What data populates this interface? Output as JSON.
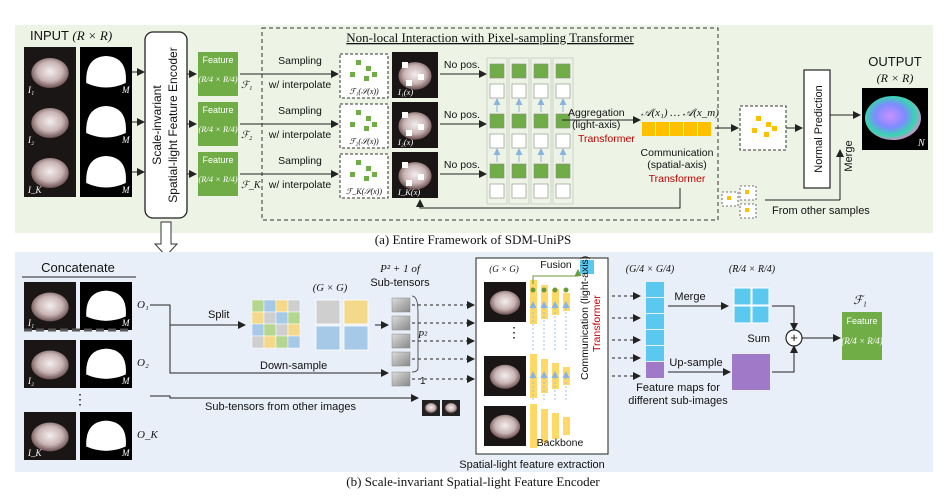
{
  "colors": {
    "panel_a_bg": "#eef4e5",
    "panel_b_bg": "#e9eff8",
    "feature_green": "#70ad47",
    "transformer_red": "#c00000",
    "token_yellow": "#ffc000",
    "cyan": "#5bc8f0",
    "purple": "#a07ac8",
    "cell_white": "#ffffff",
    "cell_green": "#70ad47"
  },
  "panel_a": {
    "input_title": "INPUT",
    "input_dims": "(R × R)",
    "image_labels": [
      "I₁",
      "I₂",
      "I_K"
    ],
    "mask_label": "M",
    "encoder_label_line1": "Scale-invariant",
    "encoder_label_line2": "Spatial-light Feature Encoder",
    "feature_word": "Feature",
    "feature_dims": "(R/4 × R/4)",
    "feature_symbols": [
      "ℱ₁",
      "ℱ₂",
      "ℱ_K"
    ],
    "sampling_line1": "Sampling",
    "sampling_line2": "w/ interpolate",
    "sampled_labels": [
      "ℱ₁(𝒮(x))",
      "ℱ₂(𝒮(x))",
      "ℱ_K(𝒮(x))"
    ],
    "pixel_labels": [
      "I₁(x)",
      "I₂(x)",
      "I_K(x)"
    ],
    "dashed_title": "Non-local Interaction with Pixel-sampling Transformer",
    "no_pos": "No pos.",
    "aggregation_line1": "Aggregation",
    "aggregation_line2": "(light-axis)",
    "transformer": "Transformer",
    "communication_line1": "Communication",
    "communication_line2": "(spatial-axis)",
    "aggregated_tokens_label": "𝒜(x₁) … 𝒜(x_m)",
    "normal_prediction": "Normal Prediction",
    "merge": "Merge",
    "output_title": "OUTPUT",
    "output_dims": "(R × R)",
    "output_label": "N",
    "from_other_samples": "From other samples",
    "caption": "(a) Entire Framework of SDM-UniPS"
  },
  "panel_b": {
    "concatenate": "Concatenate",
    "image_labels": [
      "I₁",
      "I₂",
      "I_K"
    ],
    "mask_label": "M",
    "o_labels": [
      "O₁",
      "O₂",
      "O_K"
    ],
    "split": "Split",
    "downsample": "Down-sample",
    "grid_label": "(G × G)",
    "subtensor_count_line1": "P² + 1 of",
    "subtensor_count_line2": "Sub-tensors",
    "p2_label": "P²",
    "one_label": "1",
    "other_images": "Sub-tensors from other images",
    "backbone_grid": "(G × G)",
    "fusion": "Fusion",
    "communication_line": "Communication (light-axis)",
    "transformer": "Transformer",
    "backbone": "Backbone",
    "extraction_label": "Spatial-light feature extraction",
    "feature_maps_line1": "Feature maps for",
    "feature_maps_line2": "different sub-images",
    "merge_dims": "(G/4 × G/4)",
    "output_dims": "(R/4 × R/4)",
    "merge": "Merge",
    "upsample": "Up-sample",
    "sum": "Sum",
    "final_symbol": "ℱ₁",
    "feature_word": "Feature",
    "feature_dims": "(R/4 × R/4)",
    "caption": "(b) Scale-invariant Spatial-light Feature Encoder"
  }
}
